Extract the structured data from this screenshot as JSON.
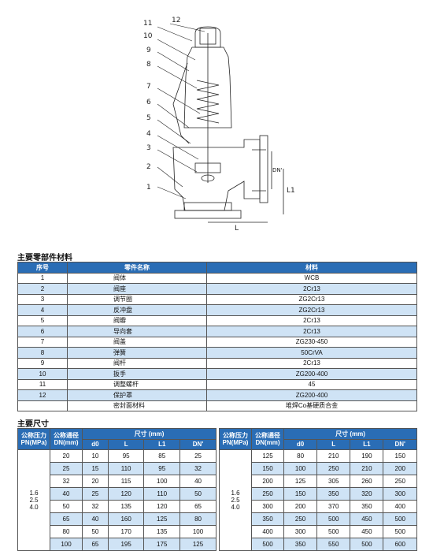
{
  "drawing": {
    "callouts": [
      "12",
      "11",
      "10",
      "9",
      "8",
      "7",
      "6",
      "5",
      "4",
      "3",
      "2",
      "1"
    ],
    "dims": {
      "l": "L",
      "l1": "L1",
      "dn": "DN'"
    }
  },
  "parts_section": {
    "title": "主要零部件材料",
    "headers": [
      "序号",
      "零件名称",
      "材料"
    ],
    "rows": [
      [
        "1",
        "阀体",
        "WCB"
      ],
      [
        "2",
        "阀座",
        "2Cr13"
      ],
      [
        "3",
        "调节圈",
        "ZG2Cr13"
      ],
      [
        "4",
        "反冲盘",
        "ZG2Cr13"
      ],
      [
        "5",
        "阀瓣",
        "2Cr13"
      ],
      [
        "6",
        "导向套",
        "2Cr13"
      ],
      [
        "7",
        "阀盖",
        "ZG230-450"
      ],
      [
        "8",
        "弹簧",
        "50CrVA"
      ],
      [
        "9",
        "阀杆",
        "2Cr13"
      ],
      [
        "10",
        "扳手",
        "ZG200-400"
      ],
      [
        "11",
        "调整螺杆",
        "45"
      ],
      [
        "12",
        "保护罩",
        "ZG200-400"
      ],
      [
        "",
        "密封面材料",
        "堆焊Co基硬质合金"
      ]
    ]
  },
  "dims_section": {
    "title": "主要尺寸",
    "h_pn": "公称压力\nPN(MPa)",
    "h_dn": "公称通径\nDN(mm)",
    "h_size": "尺寸 (mm)",
    "sub": [
      "d0",
      "L",
      "L1",
      "DN'"
    ],
    "pn_values": "1.6\n2.5\n4.0",
    "left_rows": [
      [
        "20",
        "10",
        "95",
        "85",
        "25"
      ],
      [
        "25",
        "15",
        "110",
        "95",
        "32"
      ],
      [
        "32",
        "20",
        "115",
        "100",
        "40"
      ],
      [
        "40",
        "25",
        "120",
        "110",
        "50"
      ],
      [
        "50",
        "32",
        "135",
        "120",
        "65"
      ],
      [
        "65",
        "40",
        "160",
        "125",
        "80"
      ],
      [
        "80",
        "50",
        "170",
        "135",
        "100"
      ],
      [
        "100",
        "65",
        "195",
        "175",
        "125"
      ]
    ],
    "right_rows": [
      [
        "125",
        "80",
        "210",
        "190",
        "150"
      ],
      [
        "150",
        "100",
        "250",
        "210",
        "200"
      ],
      [
        "200",
        "125",
        "305",
        "260",
        "250"
      ],
      [
        "250",
        "150",
        "350",
        "320",
        "300"
      ],
      [
        "300",
        "200",
        "370",
        "350",
        "400"
      ],
      [
        "350",
        "250",
        "500",
        "450",
        "500"
      ],
      [
        "400",
        "300",
        "500",
        "450",
        "500"
      ],
      [
        "500",
        "350",
        "550",
        "500",
        "600"
      ]
    ]
  }
}
